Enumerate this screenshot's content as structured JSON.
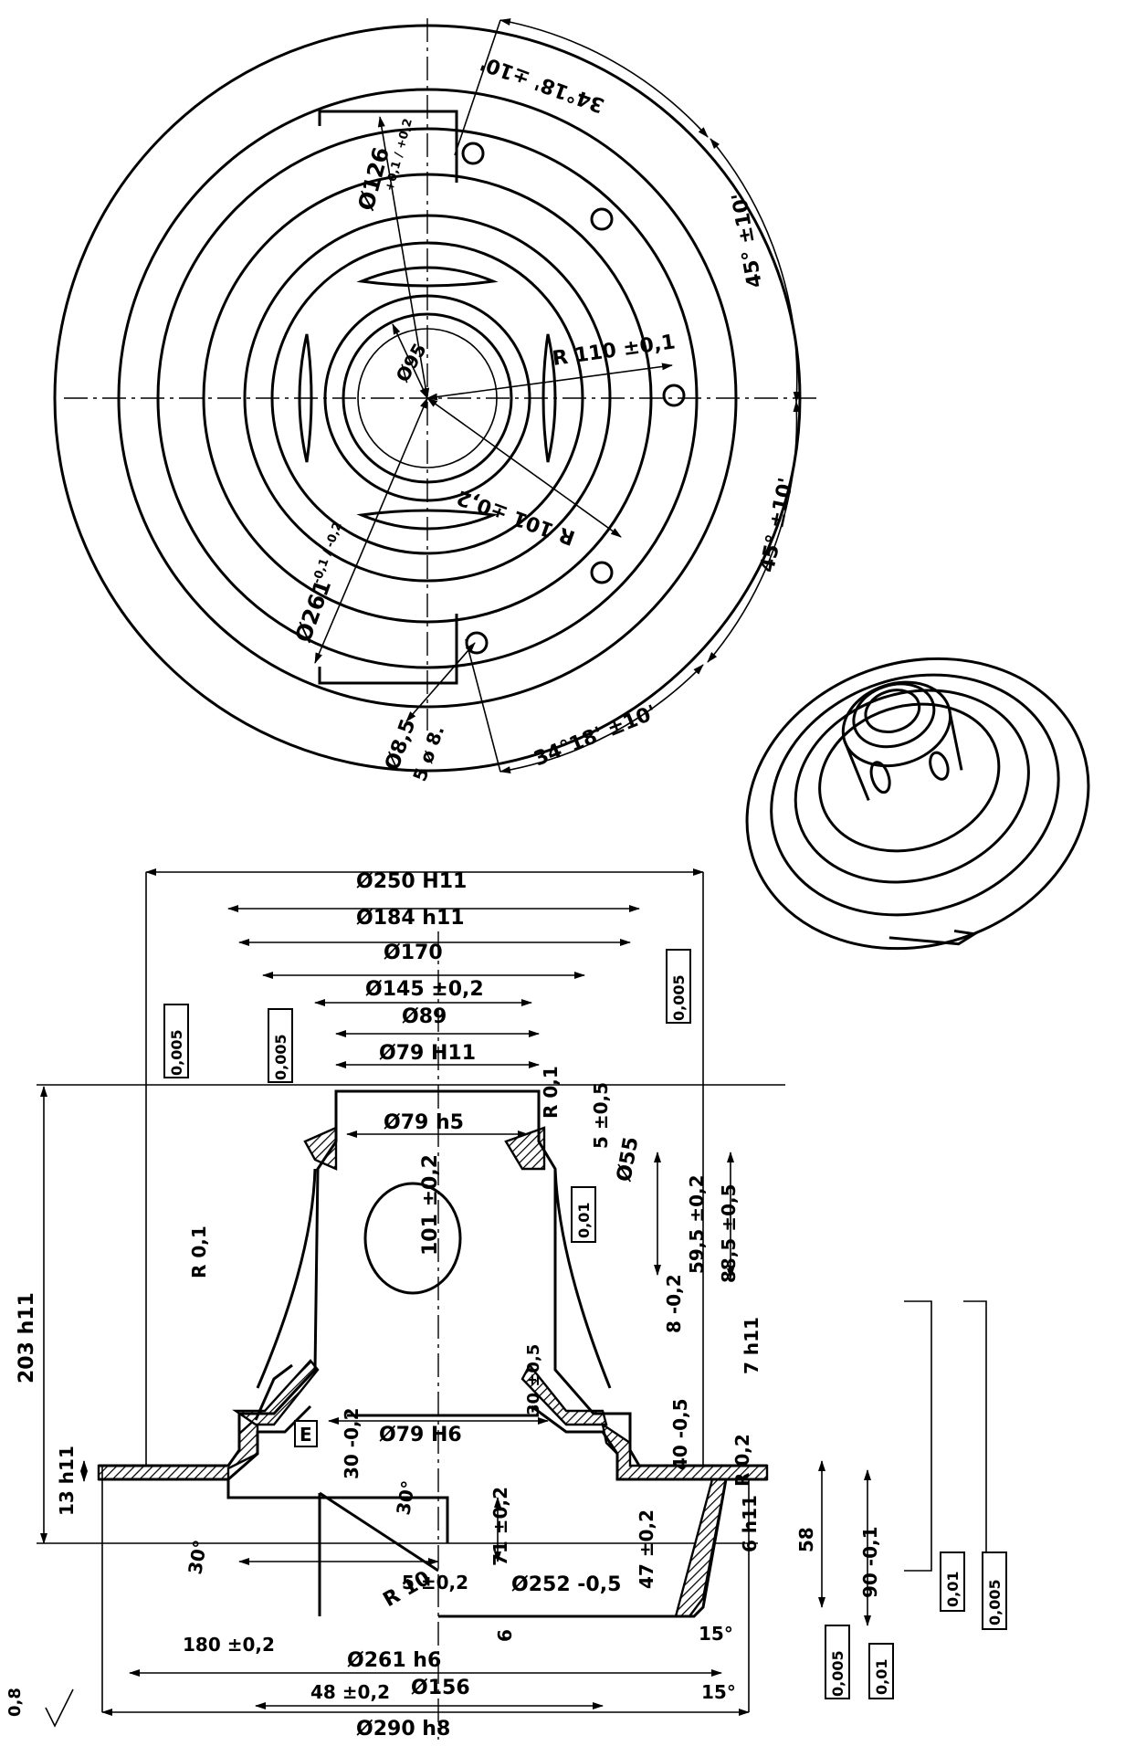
{
  "top_view": {
    "d_126": "Ø126",
    "d_126_tol": "+0,1 / +0,2",
    "d_95": "Ø95",
    "r_110": "R 110 ±0,1",
    "r_101": "R 101 ±0,2",
    "d_261": "Ø261",
    "d_261_tol": "-0,1 / -0,2",
    "hole_d": "Ø8,5",
    "hole_count": "5 ø 8.",
    "ang_a": "34°18' ±10'",
    "ang_b": "45° ±10'",
    "ang_c": "45° ±10'",
    "ang_d": "34°18' ±10'"
  },
  "section_view": {
    "d250": "Ø250 H11",
    "d184": "Ø184 h11",
    "d170": "Ø170",
    "d145": "Ø145 ±0,2",
    "d89": "Ø89",
    "d79h11": "Ø79 H11",
    "d79h5": "Ø79 h5",
    "d79h6": "Ø79 H6",
    "d101": "101 ±0,2",
    "d55": "Ø55",
    "d156": "Ø156",
    "d261h6": "Ø261 h6",
    "d290h8": "Ø290 h8",
    "d252": "Ø252 -0,5",
    "h203": "203 h11",
    "h13": "13 h11",
    "h7": "7 h11",
    "h6": "6 h11",
    "h59": "59,5 ±0,2",
    "h88": "88,5 ±0,5",
    "h8": "8 -0,2",
    "h40": "40 -0,5",
    "h47": "47 ±0,2",
    "h58": "58",
    "h90": "90 -0,1",
    "h71": "71 ±0,2",
    "h30a": "30 -0,2",
    "h30b": "30 ±0,5",
    "h6b": "6",
    "h5a": "5 ±0,5",
    "h5b": "5 ±0,2",
    "w180": "180 ±0,2",
    "w48": "48 ±0,2",
    "r01a": "R 0,1",
    "r01b": "R 0,1",
    "r02": "R 0,2",
    "r10": "R 10",
    "a30": "30°",
    "a30b": "30°",
    "a15": "15°",
    "a15b": "15°",
    "datum_e": "E",
    "tol_0005a": "0,005",
    "tol_0005b": "0,005",
    "tol_0005c": "0,005",
    "tol_0005d": "0,005",
    "tol_0005e": "0,005",
    "tol_001a": "0,01",
    "tol_001b": "0,01",
    "tol_001c": "0,01",
    "rough_08": "0,8"
  }
}
